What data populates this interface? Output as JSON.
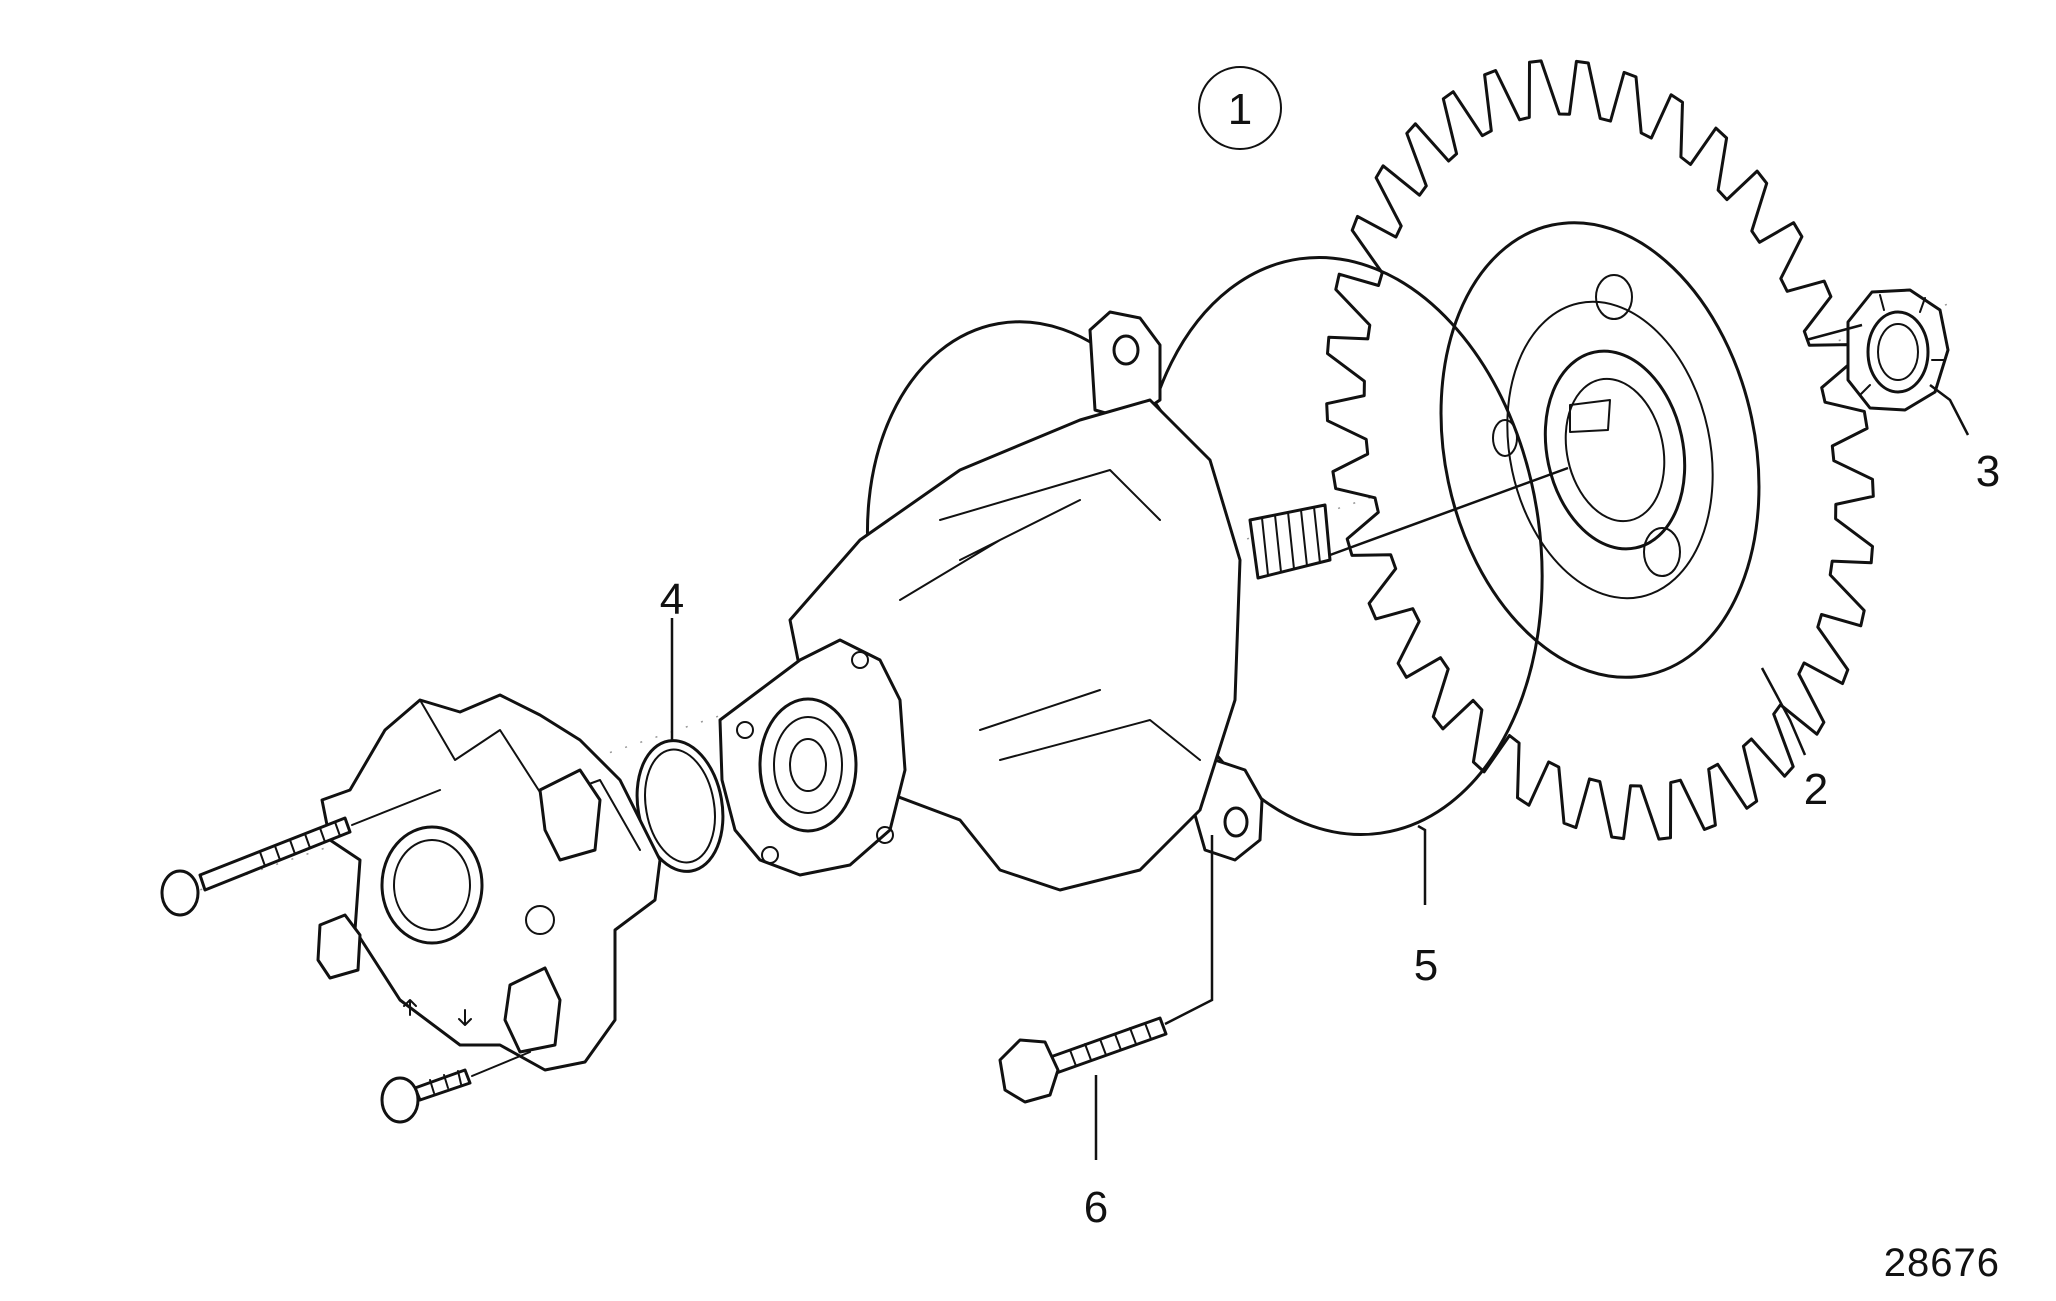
{
  "diagram": {
    "assembly_callout": "1",
    "reference_number": "28676",
    "callouts": [
      {
        "id": "2",
        "part": "gear"
      },
      {
        "id": "3",
        "part": "nut"
      },
      {
        "id": "4",
        "part": "o-ring"
      },
      {
        "id": "5",
        "part": "gasket"
      },
      {
        "id": "6",
        "part": "flange-bolt"
      }
    ]
  }
}
